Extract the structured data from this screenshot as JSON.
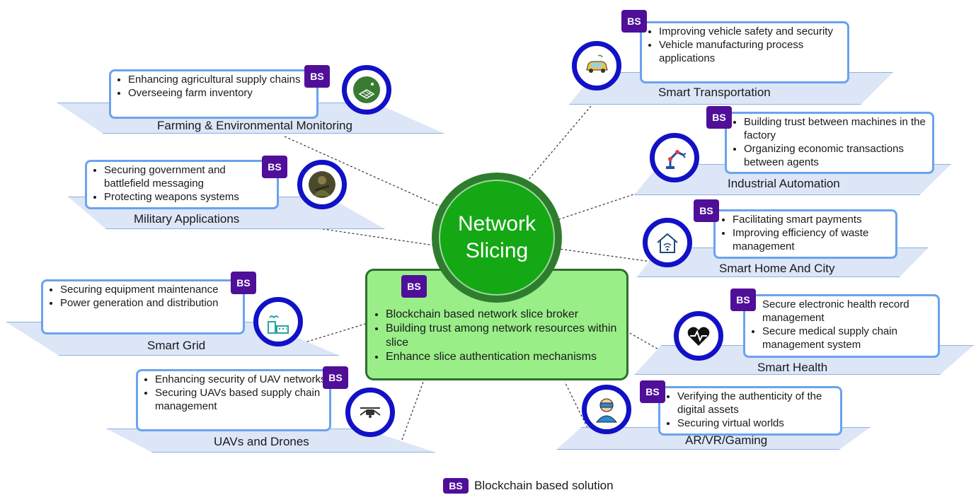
{
  "center": {
    "title_line1": "Network",
    "title_line2": "Slicing",
    "badge": "BS",
    "bullets": [
      "Blockchain based network slice broker",
      "Building trust among network resources within slice",
      "Enhance slice authentication mechanisms"
    ]
  },
  "nodes": {
    "farming": {
      "title": "Farming & Environmental Monitoring",
      "badge": "BS",
      "icon": "farm-icon",
      "bullets": [
        "Enhancing agricultural supply chains",
        "Overseeing farm inventory"
      ]
    },
    "military": {
      "title": "Military Applications",
      "badge": "BS",
      "icon": "soldier-icon",
      "bullets": [
        "Securing government and battlefield messaging",
        "Protecting weapons systems"
      ]
    },
    "grid": {
      "title": "Smart Grid",
      "badge": "BS",
      "icon": "power-plant-icon",
      "bullets": [
        "Securing equipment maintenance",
        "Power generation and distribution"
      ]
    },
    "uav": {
      "title": "UAVs and Drones",
      "badge": "BS",
      "icon": "drone-icon",
      "bullets": [
        "Enhancing security of UAV networks",
        "Securing UAVs based supply chain management"
      ]
    },
    "transport": {
      "title": "Smart Transportation",
      "badge": "BS",
      "icon": "car-icon",
      "bullets": [
        "Improving vehicle safety and security",
        "Vehicle manufacturing process applications"
      ]
    },
    "industrial": {
      "title": "Industrial Automation",
      "badge": "BS",
      "icon": "robot-arm-icon",
      "bullets": [
        "Building trust between machines in the factory",
        "Organizing economic transactions between agents"
      ]
    },
    "home": {
      "title": "Smart Home And City",
      "badge": "BS",
      "icon": "smart-home-icon",
      "bullets": [
        "Facilitating smart payments",
        "Improving efficiency of waste management"
      ]
    },
    "health": {
      "title": "Smart Health",
      "badge": "BS",
      "icon": "heart-pulse-icon",
      "bullets": [
        "Secure electronic health record management",
        "Secure medical supply chain management system"
      ]
    },
    "arvr": {
      "title": "AR/VR/Gaming",
      "badge": "BS",
      "icon": "vr-headset-icon",
      "bullets": [
        "Verifying the authenticity of the digital assets",
        "Securing virtual worlds"
      ]
    }
  },
  "legend": {
    "badge": "BS",
    "label": "Blockchain based solution"
  },
  "colors": {
    "badge": "#4f0f99",
    "ring": "#1111c7",
    "card_border": "#6aa3ee",
    "plate": "#dce6f7",
    "hub": "#14a814",
    "center_box": "#99ee88"
  }
}
